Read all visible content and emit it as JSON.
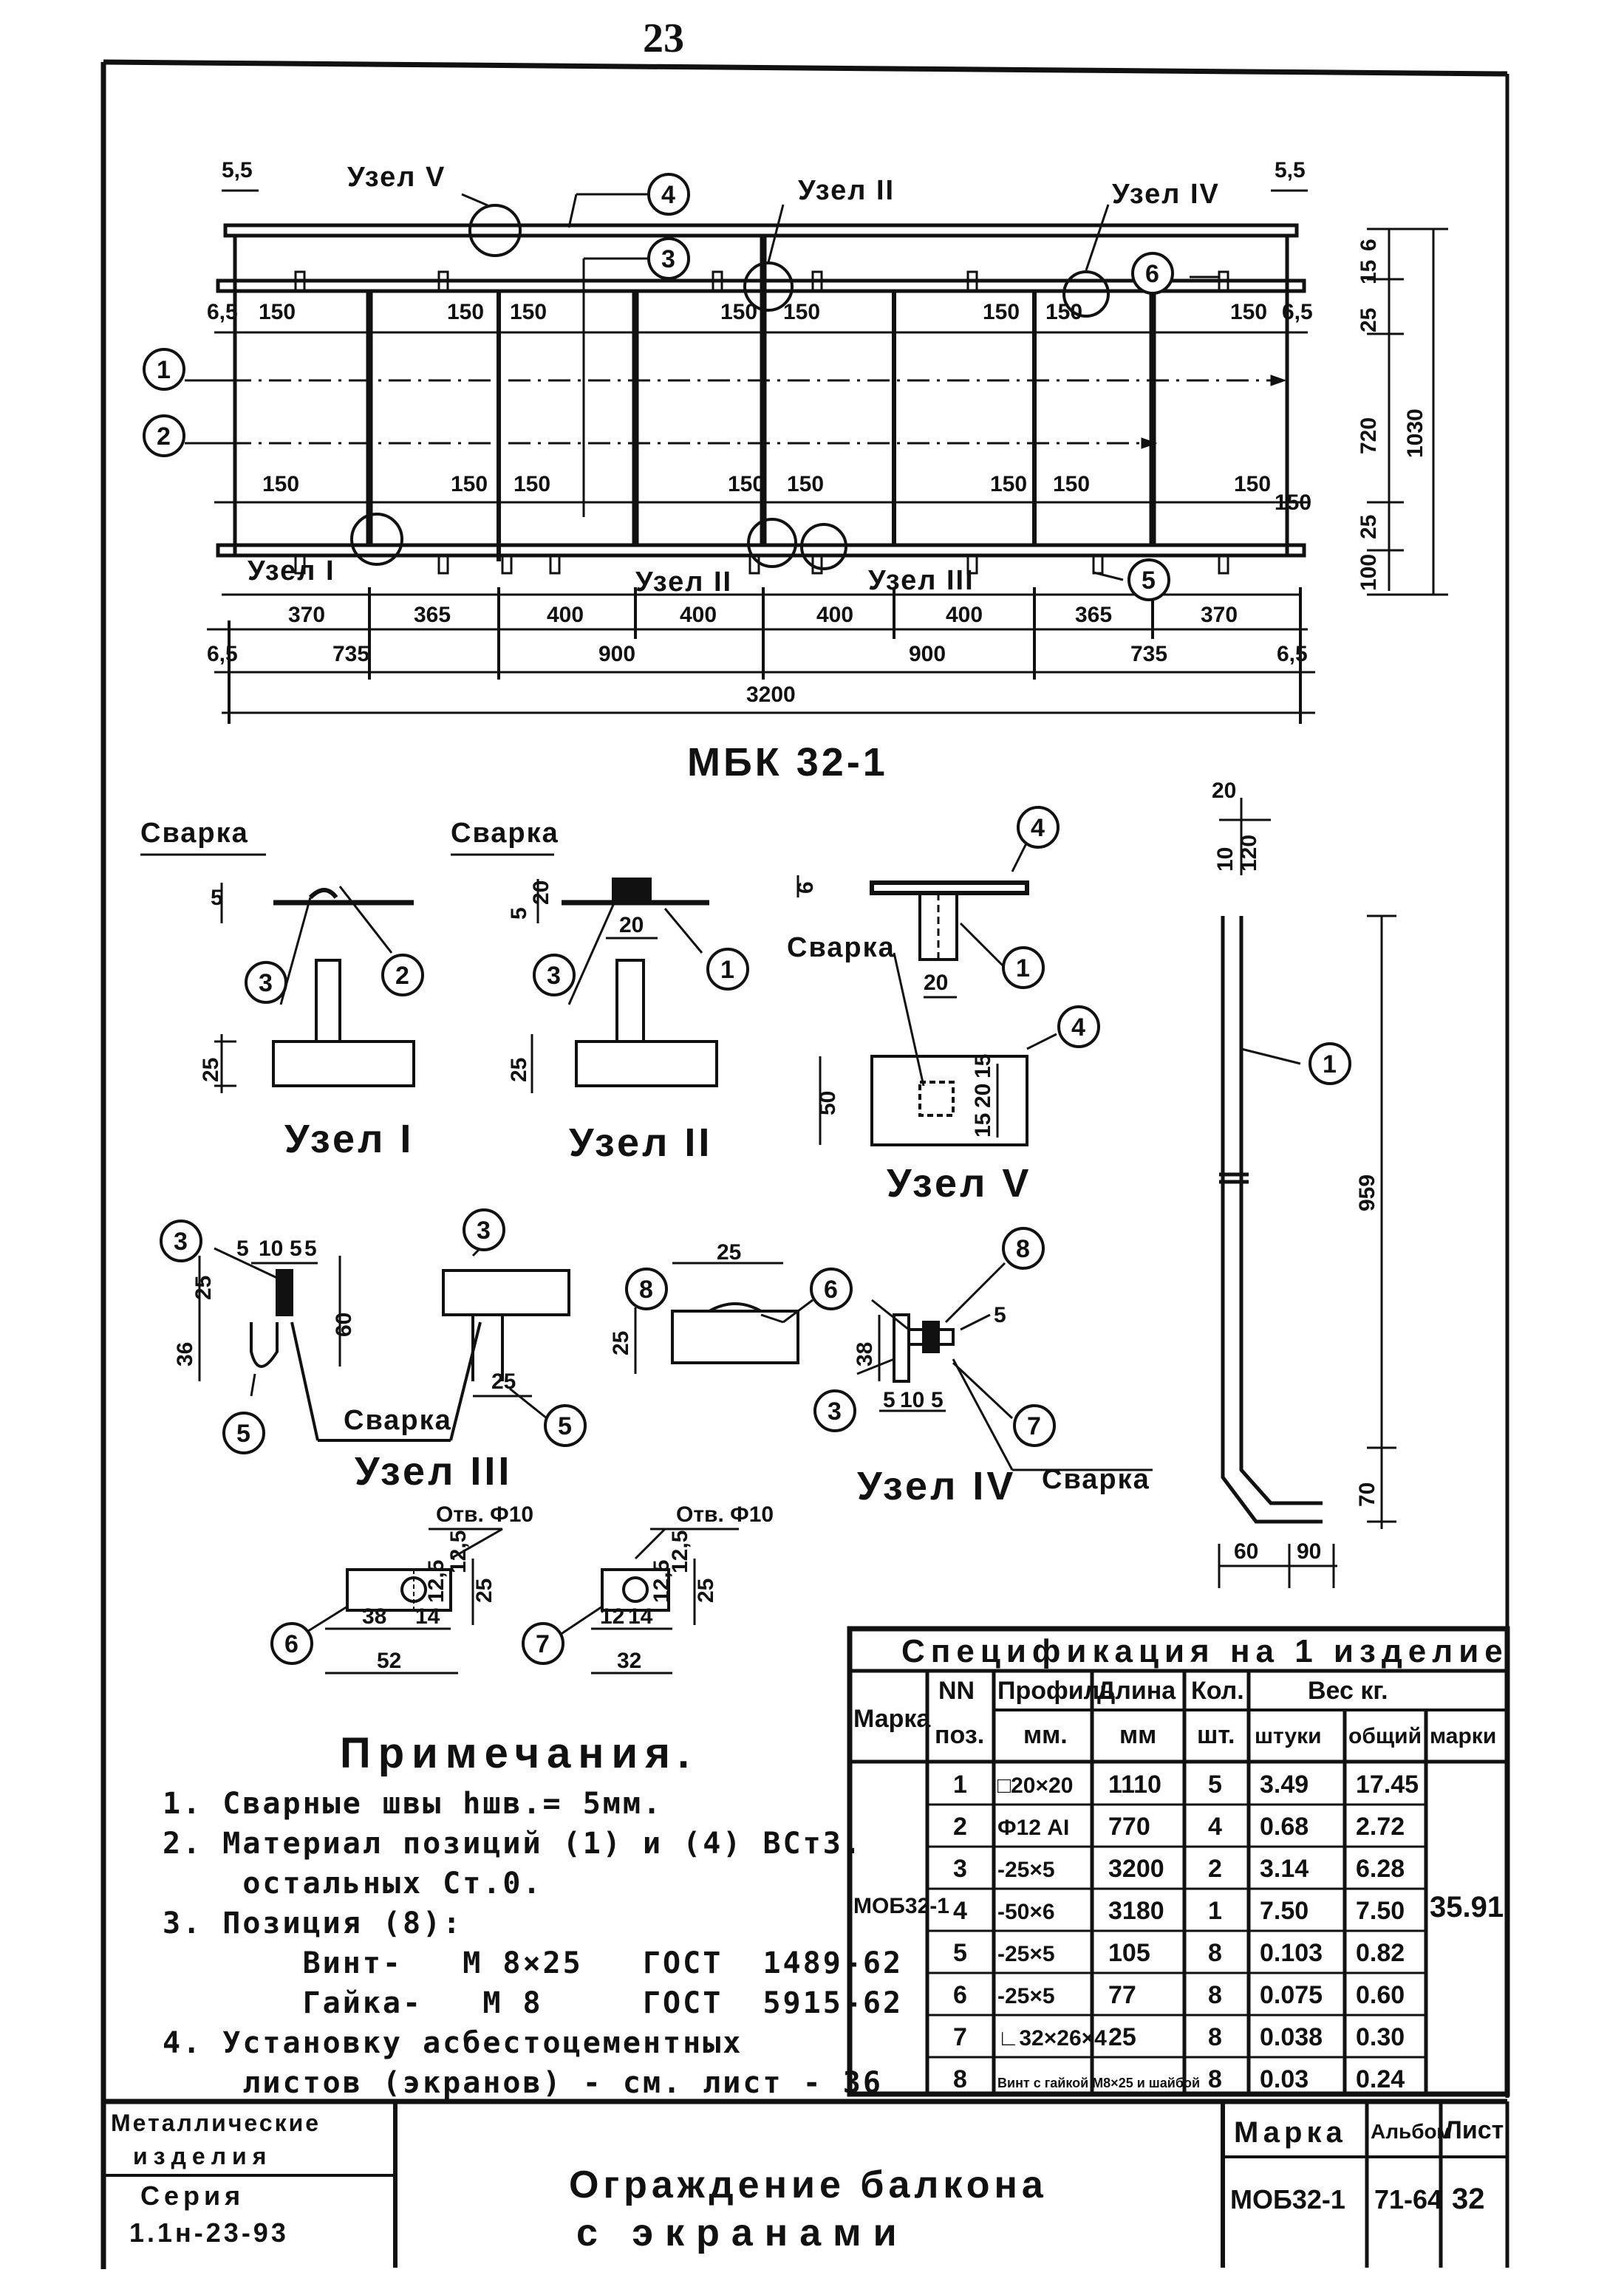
{
  "page_number": "23",
  "main_view": {
    "title": "МБК 32-1",
    "node_callouts": [
      "Узел V",
      "Узел II",
      "Узел IV",
      "Узел I",
      "Узел II",
      "Узел III"
    ],
    "position_markers": [
      "1",
      "2",
      "3",
      "4",
      "5",
      "6"
    ],
    "dims_top": [
      "5,5",
      "5,5",
      "6,5",
      "150",
      "150",
      "150",
      "150",
      "150",
      "150",
      "150",
      "150",
      "6,5"
    ],
    "dims_lower_pairs": [
      "150",
      "150",
      "150",
      "150",
      "150",
      "150",
      "150",
      "150",
      "150"
    ],
    "dims_right": [
      "6",
      "15",
      "25",
      "720",
      "1030",
      "25",
      "100"
    ],
    "dim_row1": [
      "370",
      "365",
      "400",
      "400",
      "400",
      "400",
      "365",
      "370"
    ],
    "dim_row2": [
      "6,5",
      "735",
      "900",
      "900",
      "735",
      "6,5"
    ],
    "dim_total": "3200"
  },
  "details": {
    "node1": {
      "title": "Узел I",
      "weld_label": "Сварка",
      "dims": [
        "5",
        "25"
      ],
      "markers": [
        "3",
        "2"
      ]
    },
    "node2": {
      "title": "Узел II",
      "weld_label": "Сварка",
      "dims": [
        "5",
        "20",
        "20",
        "25"
      ],
      "markers": [
        "3",
        "1"
      ]
    },
    "node5": {
      "title": "Узел V",
      "weld_label": "Сварка",
      "dims": [
        "6",
        "20",
        "50",
        "15",
        "20",
        "15"
      ],
      "markers": [
        "4",
        "1",
        "4"
      ]
    },
    "node3": {
      "title": "Узел III",
      "weld_label": "Сварка",
      "dims": [
        "5",
        "10",
        "5",
        "5",
        "25",
        "36",
        "60",
        "25"
      ],
      "markers": [
        "3",
        "5",
        "3",
        "5"
      ]
    },
    "node4": {
      "title": "Узел IV",
      "weld_label": "Сварка",
      "dims": [
        "25",
        "25",
        "38",
        "5",
        "10",
        "5",
        "5"
      ],
      "markers": [
        "8",
        "6",
        "8",
        "3",
        "7"
      ]
    },
    "post": {
      "dims": [
        "20",
        "10",
        "120",
        "959",
        "70",
        "60",
        "90"
      ],
      "markers": [
        "1"
      ]
    },
    "plate6": {
      "hole": "Отв. Ф10",
      "dims": [
        "38",
        "14",
        "52",
        "12,5",
        "12,5",
        "25"
      ],
      "marker": "6"
    },
    "plate7": {
      "hole": "Отв. Ф10",
      "dims": [
        "12",
        "14",
        "32",
        "12,5",
        "12,5",
        "25"
      ],
      "marker": "7"
    }
  },
  "notes": {
    "title": "Примечания.",
    "items": [
      "1. Сварные швы hшв.= 5мм.",
      "2. Материал позиций (1) и (4) ВСт3.",
      "    остальных Ст.0.",
      "3. Позиция (8):",
      "       Винт-   М 8×25   ГОСТ  1489-62",
      "       Гайка-   М 8     ГОСТ  5915-62",
      "4. Установку асбестоцементных",
      "    листов (экранов) - см. лист - 36"
    ]
  },
  "spec_table": {
    "title": "Спецификация на 1 изделие",
    "headers": {
      "mark": "Марка",
      "pos1": "NN",
      "pos2": "поз.",
      "prof1": "Профиль",
      "prof2": "мм.",
      "len1": "Длина",
      "len2": "мм",
      "qty1": "Кол.",
      "qty2": "шт.",
      "weight": "Вес кг.",
      "w_item": "штуки",
      "w_total": "общий",
      "w_mark": "марки"
    },
    "mark": "МОБ32-1",
    "mark_weight": "35.91",
    "rows": [
      {
        "pos": "1",
        "profile": "□20×20",
        "length": "1110",
        "qty": "5",
        "w_item": "3.49",
        "w_total": "17.45"
      },
      {
        "pos": "2",
        "profile": "Ф12 AI",
        "length": "770",
        "qty": "4",
        "w_item": "0.68",
        "w_total": "2.72"
      },
      {
        "pos": "3",
        "profile": "-25×5",
        "length": "3200",
        "qty": "2",
        "w_item": "3.14",
        "w_total": "6.28"
      },
      {
        "pos": "4",
        "profile": "-50×6",
        "length": "3180",
        "qty": "1",
        "w_item": "7.50",
        "w_total": "7.50"
      },
      {
        "pos": "5",
        "profile": "-25×5",
        "length": "105",
        "qty": "8",
        "w_item": "0.103",
        "w_total": "0.82"
      },
      {
        "pos": "6",
        "profile": "-25×5",
        "length": "77",
        "qty": "8",
        "w_item": "0.075",
        "w_total": "0.60"
      },
      {
        "pos": "7",
        "profile": "∟32×26×4",
        "length": "25",
        "qty": "8",
        "w_item": "0.038",
        "w_total": "0.30"
      },
      {
        "pos": "8",
        "profile": "Винт с гайкой М8×25 и шайбой",
        "length": "",
        "qty": "8",
        "w_item": "0.03",
        "w_total": "0.24"
      }
    ]
  },
  "title_block": {
    "org1": "Металлические",
    "org2": "изделия",
    "series1": "Серия",
    "series2": "1.1н-23-93",
    "title1": "Ограждение балкона",
    "title2": "с экранами",
    "mark_label": "Марка",
    "mark_value": "МОБ32-1",
    "album_label": "Альбом",
    "album_value": "71-64",
    "sheet_label": "Лист",
    "sheet_value": "32"
  }
}
